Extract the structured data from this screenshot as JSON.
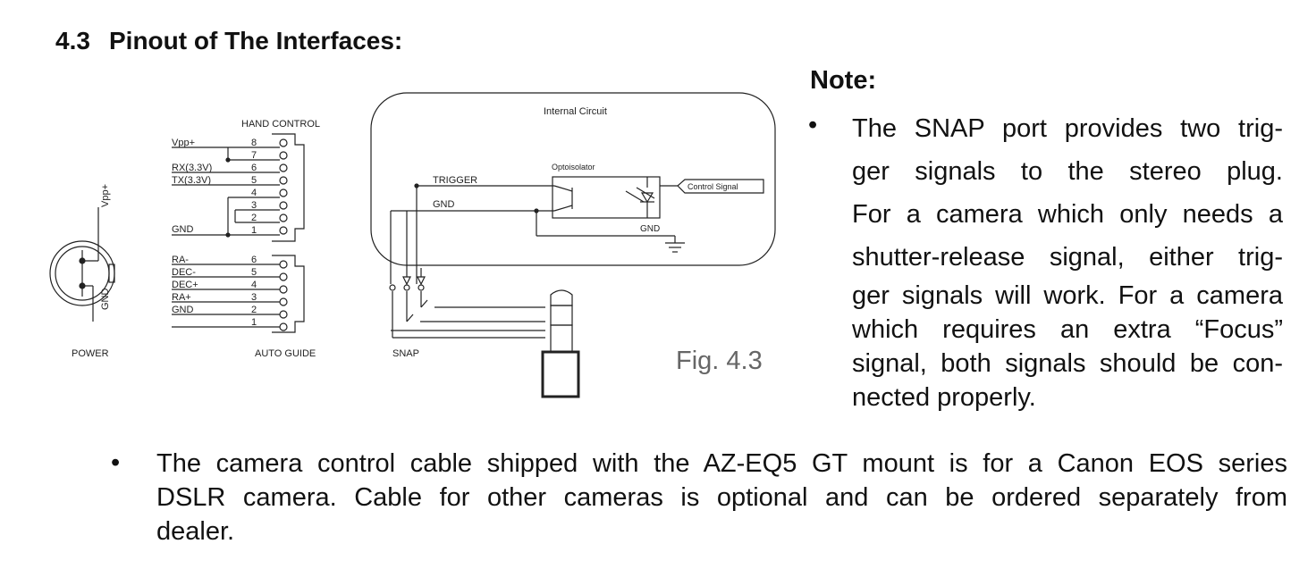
{
  "heading": {
    "number": "4.3",
    "text": "Pinout of The Interfaces:"
  },
  "diagram": {
    "power": {
      "label": "POWER",
      "vpp": "Vpp+",
      "gnd": "GND"
    },
    "hand_control": {
      "title": "HAND CONTROL",
      "signals": [
        "Vpp+",
        "RX(3.3V)",
        "TX(3.3V)",
        "GND"
      ],
      "pins": [
        "8",
        "7",
        "6",
        "5",
        "4",
        "3",
        "2",
        "1"
      ]
    },
    "auto_guide": {
      "title": "AUTO GUIDE",
      "signals": [
        "RA-",
        "DEC-",
        "DEC+",
        "RA+",
        "GND"
      ],
      "pins": [
        "6",
        "5",
        "4",
        "3",
        "2",
        "1"
      ]
    },
    "snap": {
      "label": "SNAP",
      "internal_circuit": "Internal Circuit",
      "optoisolator": "Optoisolator",
      "control_signal": "Control Signal",
      "trigger": "TRIGGER",
      "gnd": "GND",
      "gnd2": "GND"
    }
  },
  "figure_caption": "Fig. 4.3",
  "note": {
    "heading": "Note:",
    "bullet": "•",
    "lines": [
      "The SNAP port provides two trig-",
      "ger signals to the stereo plug.",
      "For a camera which only needs a",
      "shutter-release signal, either trig-",
      "ger signals will work. For a camera",
      "which requires an extra “Focus”",
      "signal, both signals should be con-",
      "nected properly."
    ]
  },
  "paragraph": {
    "bullet": "•",
    "lines": [
      "The camera control cable shipped with the AZ-EQ5 GT mount is for a Canon EOS series",
      "DSLR camera. Cable for other cameras is optional and can be ordered separately from",
      "dealer."
    ]
  }
}
